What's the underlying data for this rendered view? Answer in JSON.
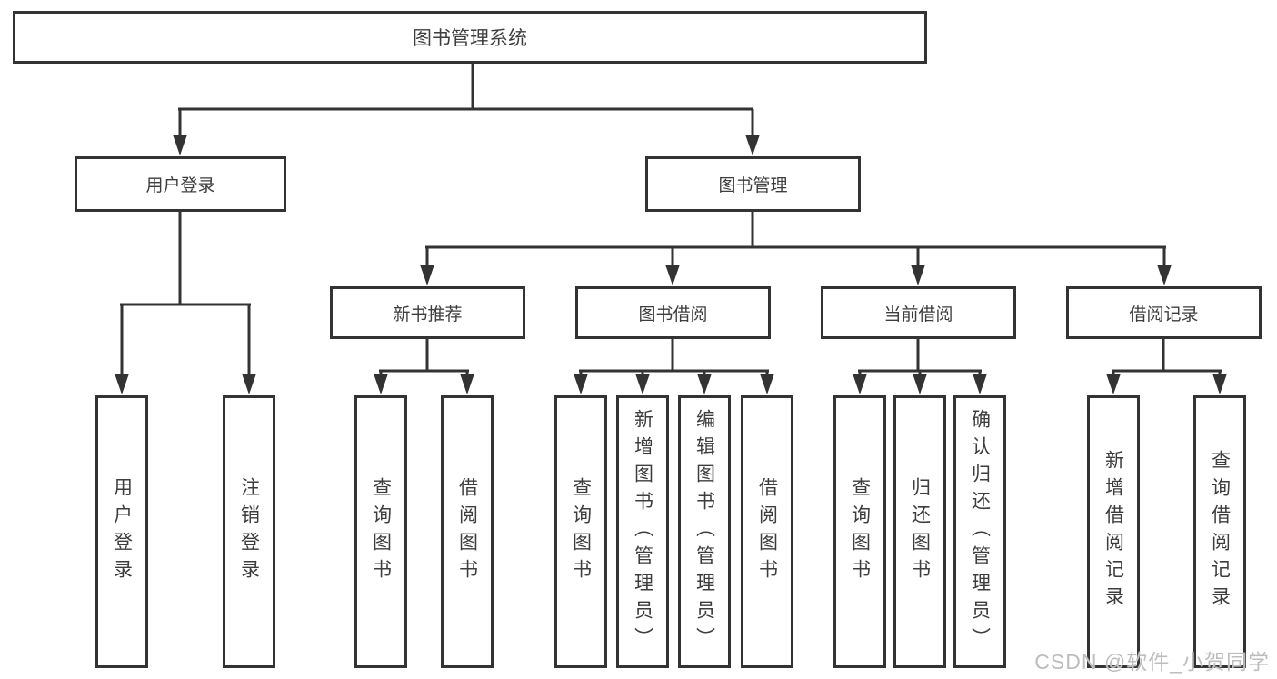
{
  "diagram": {
    "tree": {
      "root": {
        "label": "图书管理系统"
      },
      "user_login": {
        "label": "用户登录",
        "children": [
          {
            "label": "用户登录"
          },
          {
            "label": "注销登录"
          }
        ]
      },
      "book_mgmt": {
        "label": "图书管理",
        "children": [
          {
            "label": "新书推荐",
            "children": [
              {
                "label": "查询图书"
              },
              {
                "label": "借阅图书"
              }
            ]
          },
          {
            "label": "图书借阅",
            "children": [
              {
                "label": "查询图书"
              },
              {
                "label": "新增图书（管理员）"
              },
              {
                "label": "编辑图书（管理员）"
              },
              {
                "label": "借阅图书"
              }
            ]
          },
          {
            "label": "当前借阅",
            "children": [
              {
                "label": "查询图书"
              },
              {
                "label": "归还图书"
              },
              {
                "label": "确认归还（管理员）"
              }
            ]
          },
          {
            "label": "借阅记录",
            "children": [
              {
                "label": "新增借阅记录"
              },
              {
                "label": "查询借阅记录"
              }
            ]
          }
        ]
      }
    },
    "colors": {
      "line": "#333333",
      "text": "#3d3d3d",
      "watermark": "#bdbdbd",
      "background": "#ffffff"
    }
  },
  "watermark": {
    "text": "CSDN @软件_小贺同学"
  }
}
